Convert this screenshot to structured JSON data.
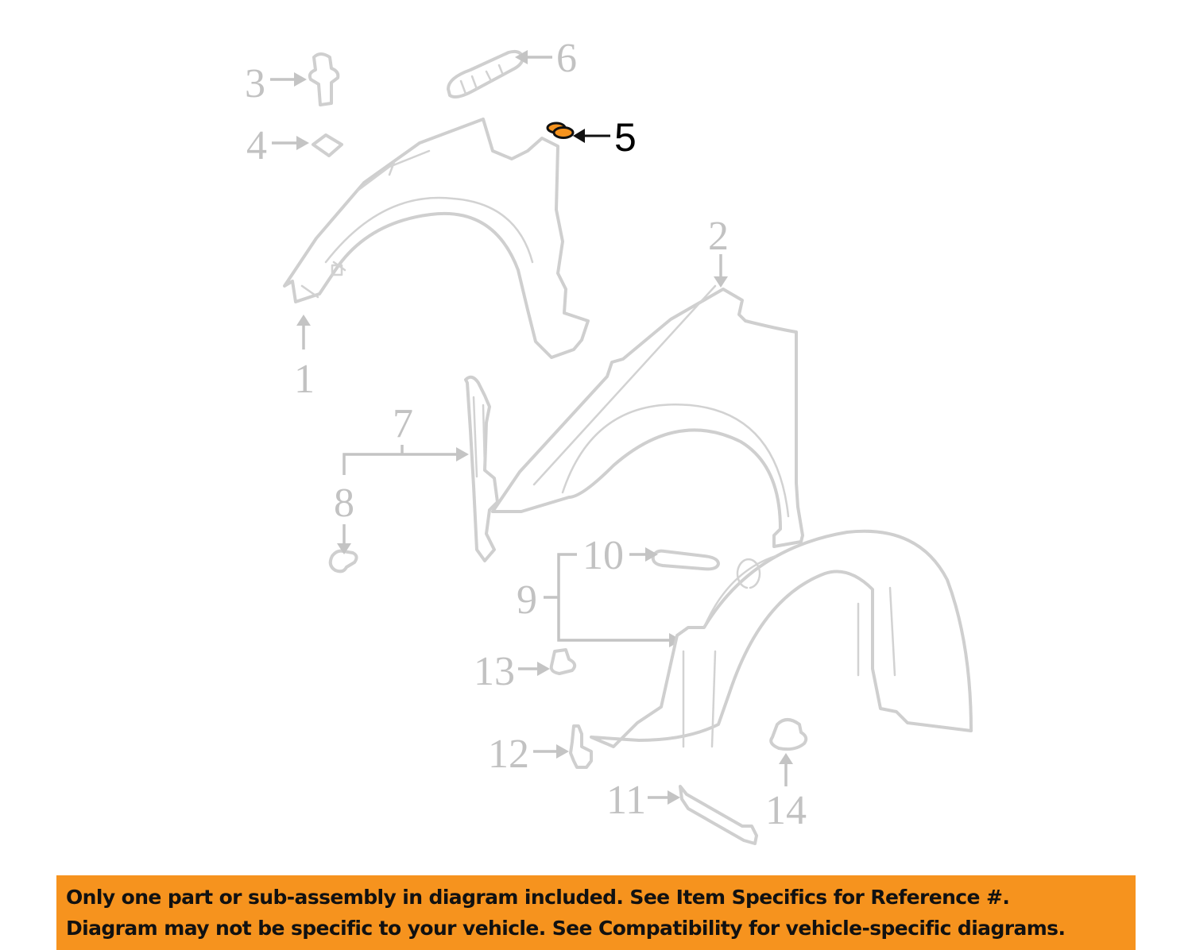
{
  "diagram": {
    "highlighted_part": "5",
    "highlight_color": "#f6931e",
    "line_color": "#c4c4c4",
    "callouts": [
      {
        "id": "1",
        "label": "1"
      },
      {
        "id": "2",
        "label": "2"
      },
      {
        "id": "3",
        "label": "3"
      },
      {
        "id": "4",
        "label": "4"
      },
      {
        "id": "5",
        "label": "5"
      },
      {
        "id": "6",
        "label": "6"
      },
      {
        "id": "7",
        "label": "7"
      },
      {
        "id": "8",
        "label": "8"
      },
      {
        "id": "9",
        "label": "9"
      },
      {
        "id": "10",
        "label": "10"
      },
      {
        "id": "11",
        "label": "11"
      },
      {
        "id": "12",
        "label": "12"
      },
      {
        "id": "13",
        "label": "13"
      },
      {
        "id": "14",
        "label": "14"
      }
    ]
  },
  "banner": {
    "background_color": "#f6931e",
    "line1": "Only one part or sub-assembly in diagram included. See Item Specifics for Reference #.",
    "line2": "Diagram may not be specific to your vehicle. See Compatibility for vehicle-specific diagrams."
  }
}
